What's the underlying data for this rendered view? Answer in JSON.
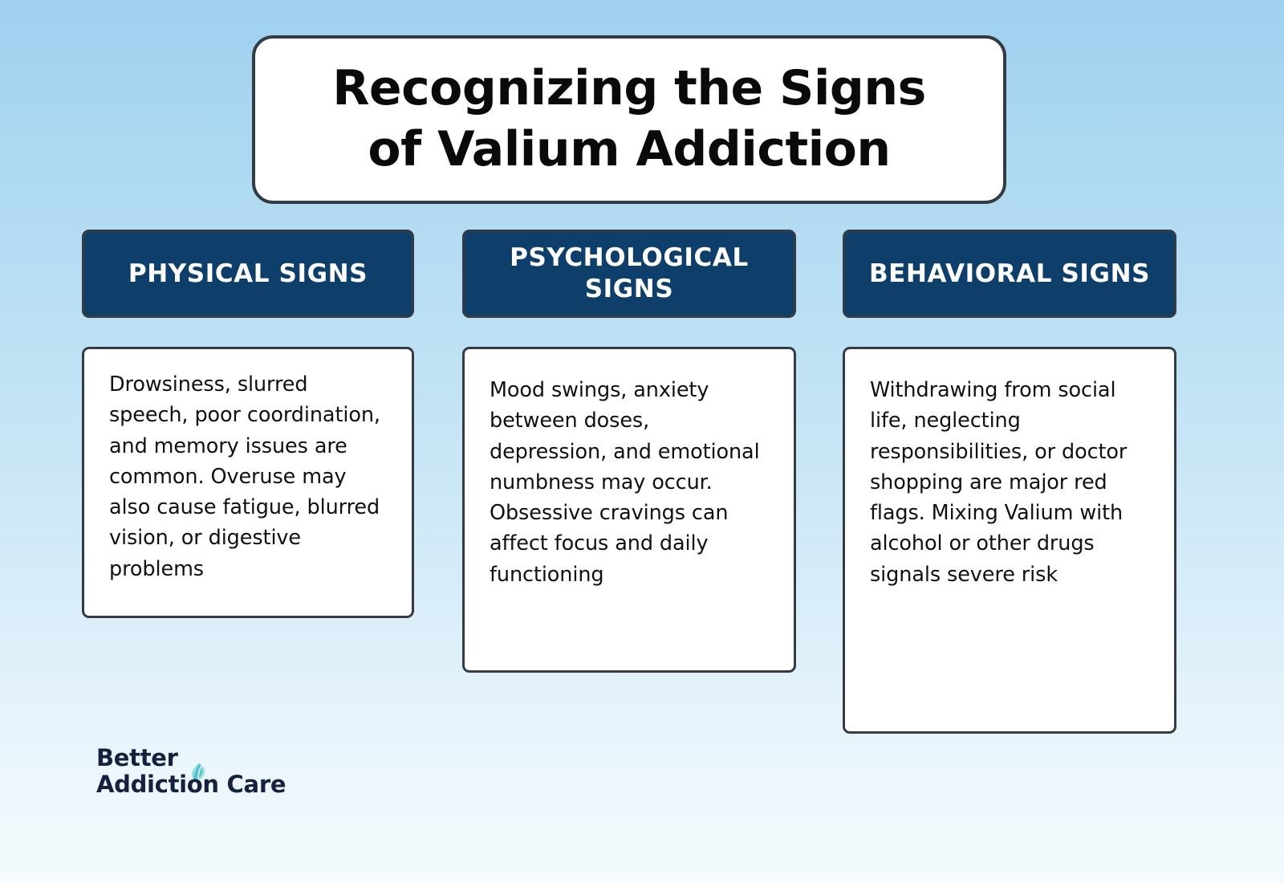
{
  "background": {
    "gradient_top": "#9ed0ef",
    "gradient_bottom": "#f4fafd"
  },
  "theme": {
    "header_blue": "#0e3f6b",
    "border_dark": "#333b44",
    "card_white": "#ffffff",
    "text_dark": "#111111",
    "logo_navy": "#16213f",
    "logo_leaf_teal": "#4fd1c5"
  },
  "title": {
    "text": "Recognizing the Signs of Valium Addiction"
  },
  "columns": [
    {
      "id": "physical",
      "header": "PHYSICAL SIGNS",
      "body": "Drowsiness, slurred speech, poor coordination, and memory issues are common. Overuse may also cause fatigue, blurred vision, or digestive problems"
    },
    {
      "id": "psychological",
      "header": "PSYCHOLOGICAL SIGNS",
      "body": "Mood swings, anxiety between doses, depression, and emotional numbness may occur. Obsessive cravings can affect focus and daily functioning"
    },
    {
      "id": "behavioral",
      "header": "BEHAVIORAL SIGNS",
      "body": "Withdrawing from social life, neglecting responsibilities, or doctor shopping are major red flags. Mixing Valium with alcohol or other drugs signals severe risk"
    }
  ],
  "logo": {
    "line1": "Better",
    "line2": "Addiction Care",
    "icon": "leaf-icon"
  }
}
